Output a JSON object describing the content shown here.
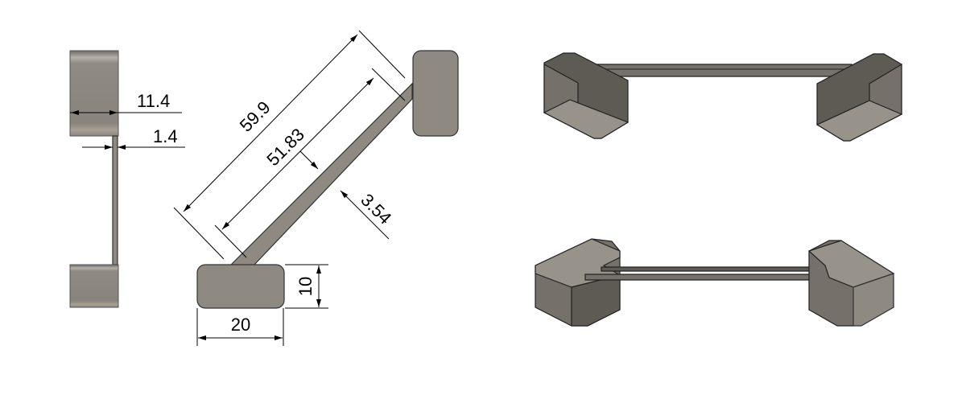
{
  "drawing": {
    "side_view": {
      "dim_width": "11.4",
      "dim_thickness": "1.4"
    },
    "top_view": {
      "dim_overall_length": "59.9",
      "dim_bar_length": "51.83",
      "dim_bar_width": "3.54",
      "dim_pad_height": "10",
      "dim_pad_width": "20"
    },
    "colors": {
      "part_fill": "#8e8a82",
      "part_dark": "#5e5b54",
      "dimension_lines": "#000000"
    }
  }
}
